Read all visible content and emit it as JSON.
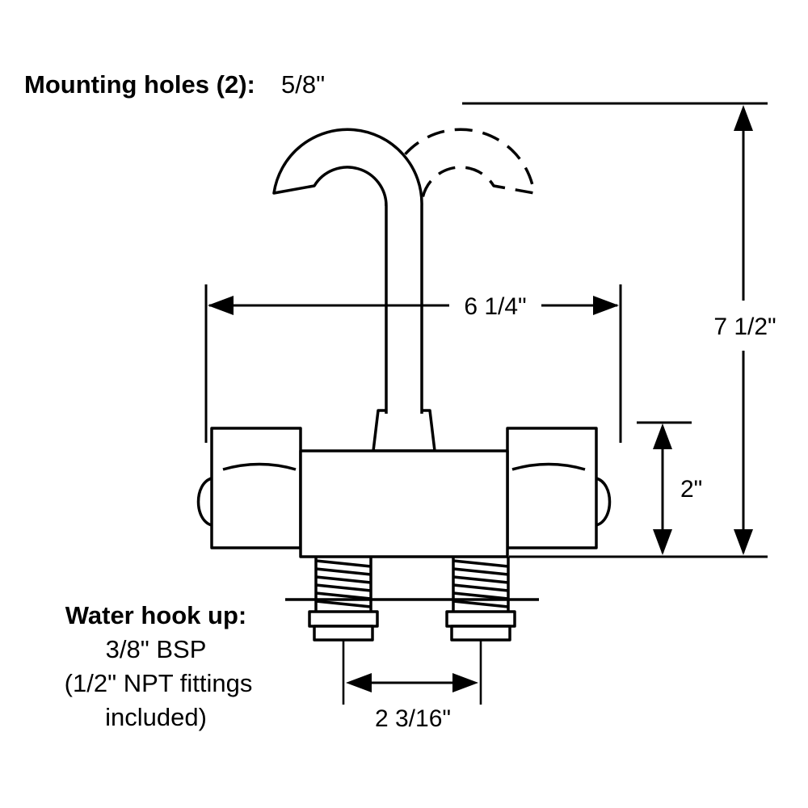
{
  "page": {
    "background": "#ffffff",
    "line_color": "#000000"
  },
  "annotations": {
    "mounting_holes_label": "Mounting holes (2):",
    "mounting_holes_value": "5/8\"",
    "water_hookup_title": "Water hook up:",
    "water_hookup_spec": "3/8\" BSP",
    "water_hookup_note_line1": "(1/2\" NPT fittings",
    "water_hookup_note_line2": "included)"
  },
  "dimensions": {
    "spout_reach": "6 1/4\"",
    "overall_height": "7 1/2\"",
    "body_height": "2\"",
    "inlet_spacing": "2 3/16\""
  }
}
